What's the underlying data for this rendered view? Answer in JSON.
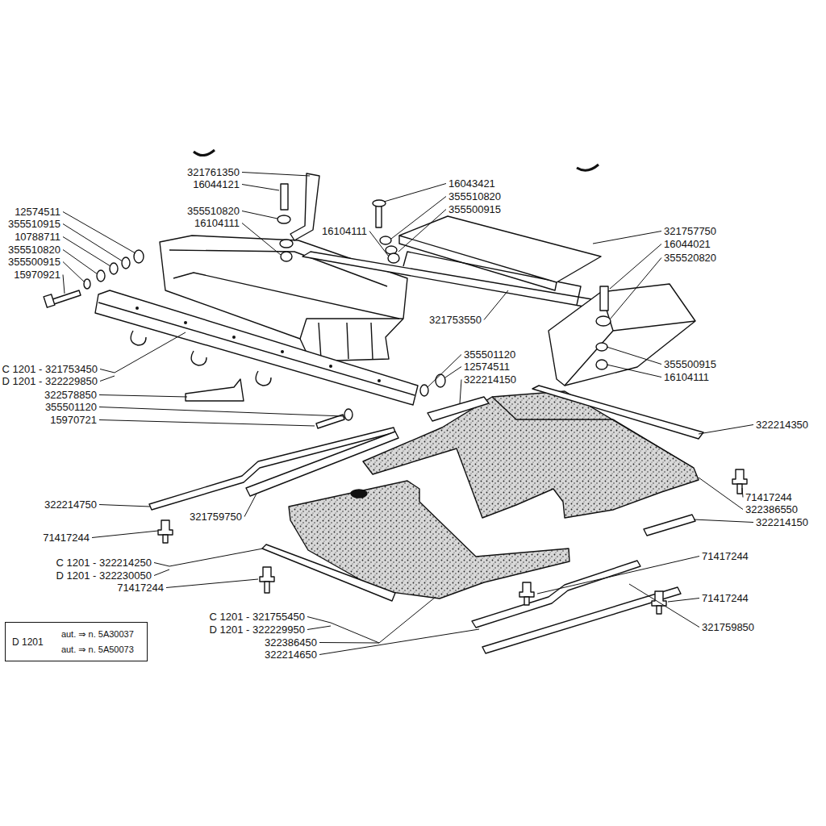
{
  "diagram": {
    "nodes": [
      {
        "text": [
          "D 1201",
          "aut. ⇒ n. 5A30037",
          "aut. ⇒ n. 5A50073"
        ]
      }
    ],
    "labels": [
      "321761350",
      "16044121",
      "355510820",
      "16104111",
      "12574511",
      "355510915",
      "10788711",
      "355510820",
      "355500915",
      "15970921",
      "16043421",
      "355510820",
      "355500915",
      "16104111",
      "321757750",
      "16044021",
      "355520820",
      "321753550",
      "355501120",
      "12574511",
      "322214150",
      "355500915",
      "16104111",
      "C 1201 - 321753450",
      "D 1201 - 322229850",
      "322578850",
      "355501120",
      "15970721",
      "322214350",
      "322214750",
      "321759750",
      "71417244",
      "322386550",
      "322214150",
      "71417244",
      "C 1201 - 322214250",
      "D 1201 - 322230050",
      "71417244",
      "71417244",
      "71417244",
      "321759850",
      "C 1201 - 321755450",
      "D 1201 - 322229950",
      "322386450",
      "322214650"
    ]
  }
}
